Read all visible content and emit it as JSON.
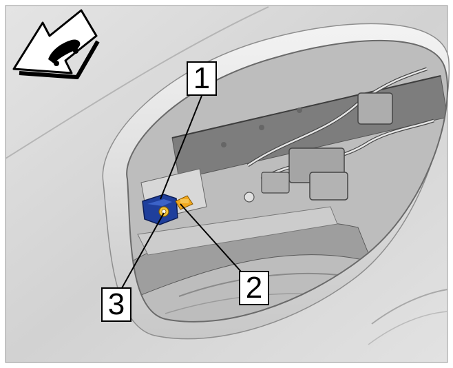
{
  "callouts": [
    {
      "id": "1",
      "label": "1"
    },
    {
      "id": "2",
      "label": "2"
    },
    {
      "id": "3",
      "label": "3"
    }
  ],
  "icons": {
    "direction": "vehicle-forward-arrow-icon"
  },
  "colors": {
    "connector_blue": "#1f3f9c",
    "connector_orange": "#f2a81d",
    "line": "#000000",
    "background": "#ffffff"
  }
}
